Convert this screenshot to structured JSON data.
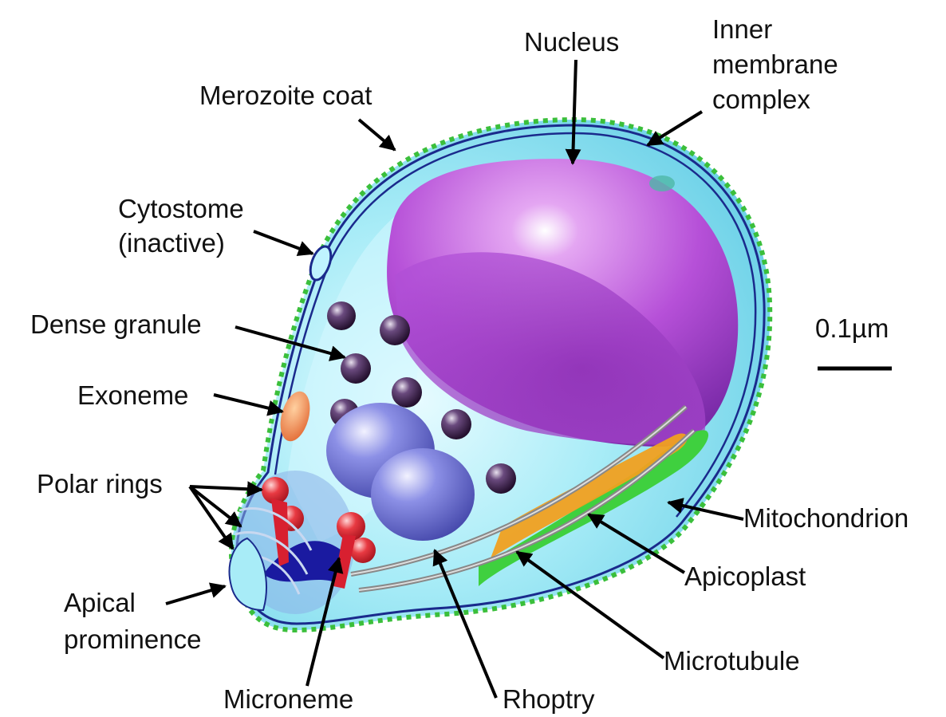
{
  "labels": {
    "nucleus": "Nucleus",
    "imc": "Inner\nmembrane\ncomplex",
    "merozoite_coat": "Merozoite coat",
    "cytostome": "Cytostome\n(inactive)",
    "dense_granule": "Dense granule",
    "exoneme": "Exoneme",
    "polar_rings": "Polar rings",
    "apical_prominence": "Apical\nprominence",
    "microneme": "Microneme",
    "rhoptry": "Rhoptry",
    "microtubule": "Microtubule",
    "apicoplast": "Apicoplast",
    "mitochondrion": "Mitochondrion"
  },
  "scale_bar": {
    "label": "0.1µm"
  },
  "colors": {
    "cytoplasm": "#9fe6f2",
    "membrane": "#1a2a8c",
    "coat": "#3bbf3b",
    "nucleus": "#b04fd6",
    "dense_granule": "#3a1f4a",
    "rhoptry": "#6f73d6",
    "microneme": "#e0303a",
    "exoneme": "#f07a30",
    "apicoplast": "#f0a020",
    "mitochondrion": "#3fd03f"
  }
}
